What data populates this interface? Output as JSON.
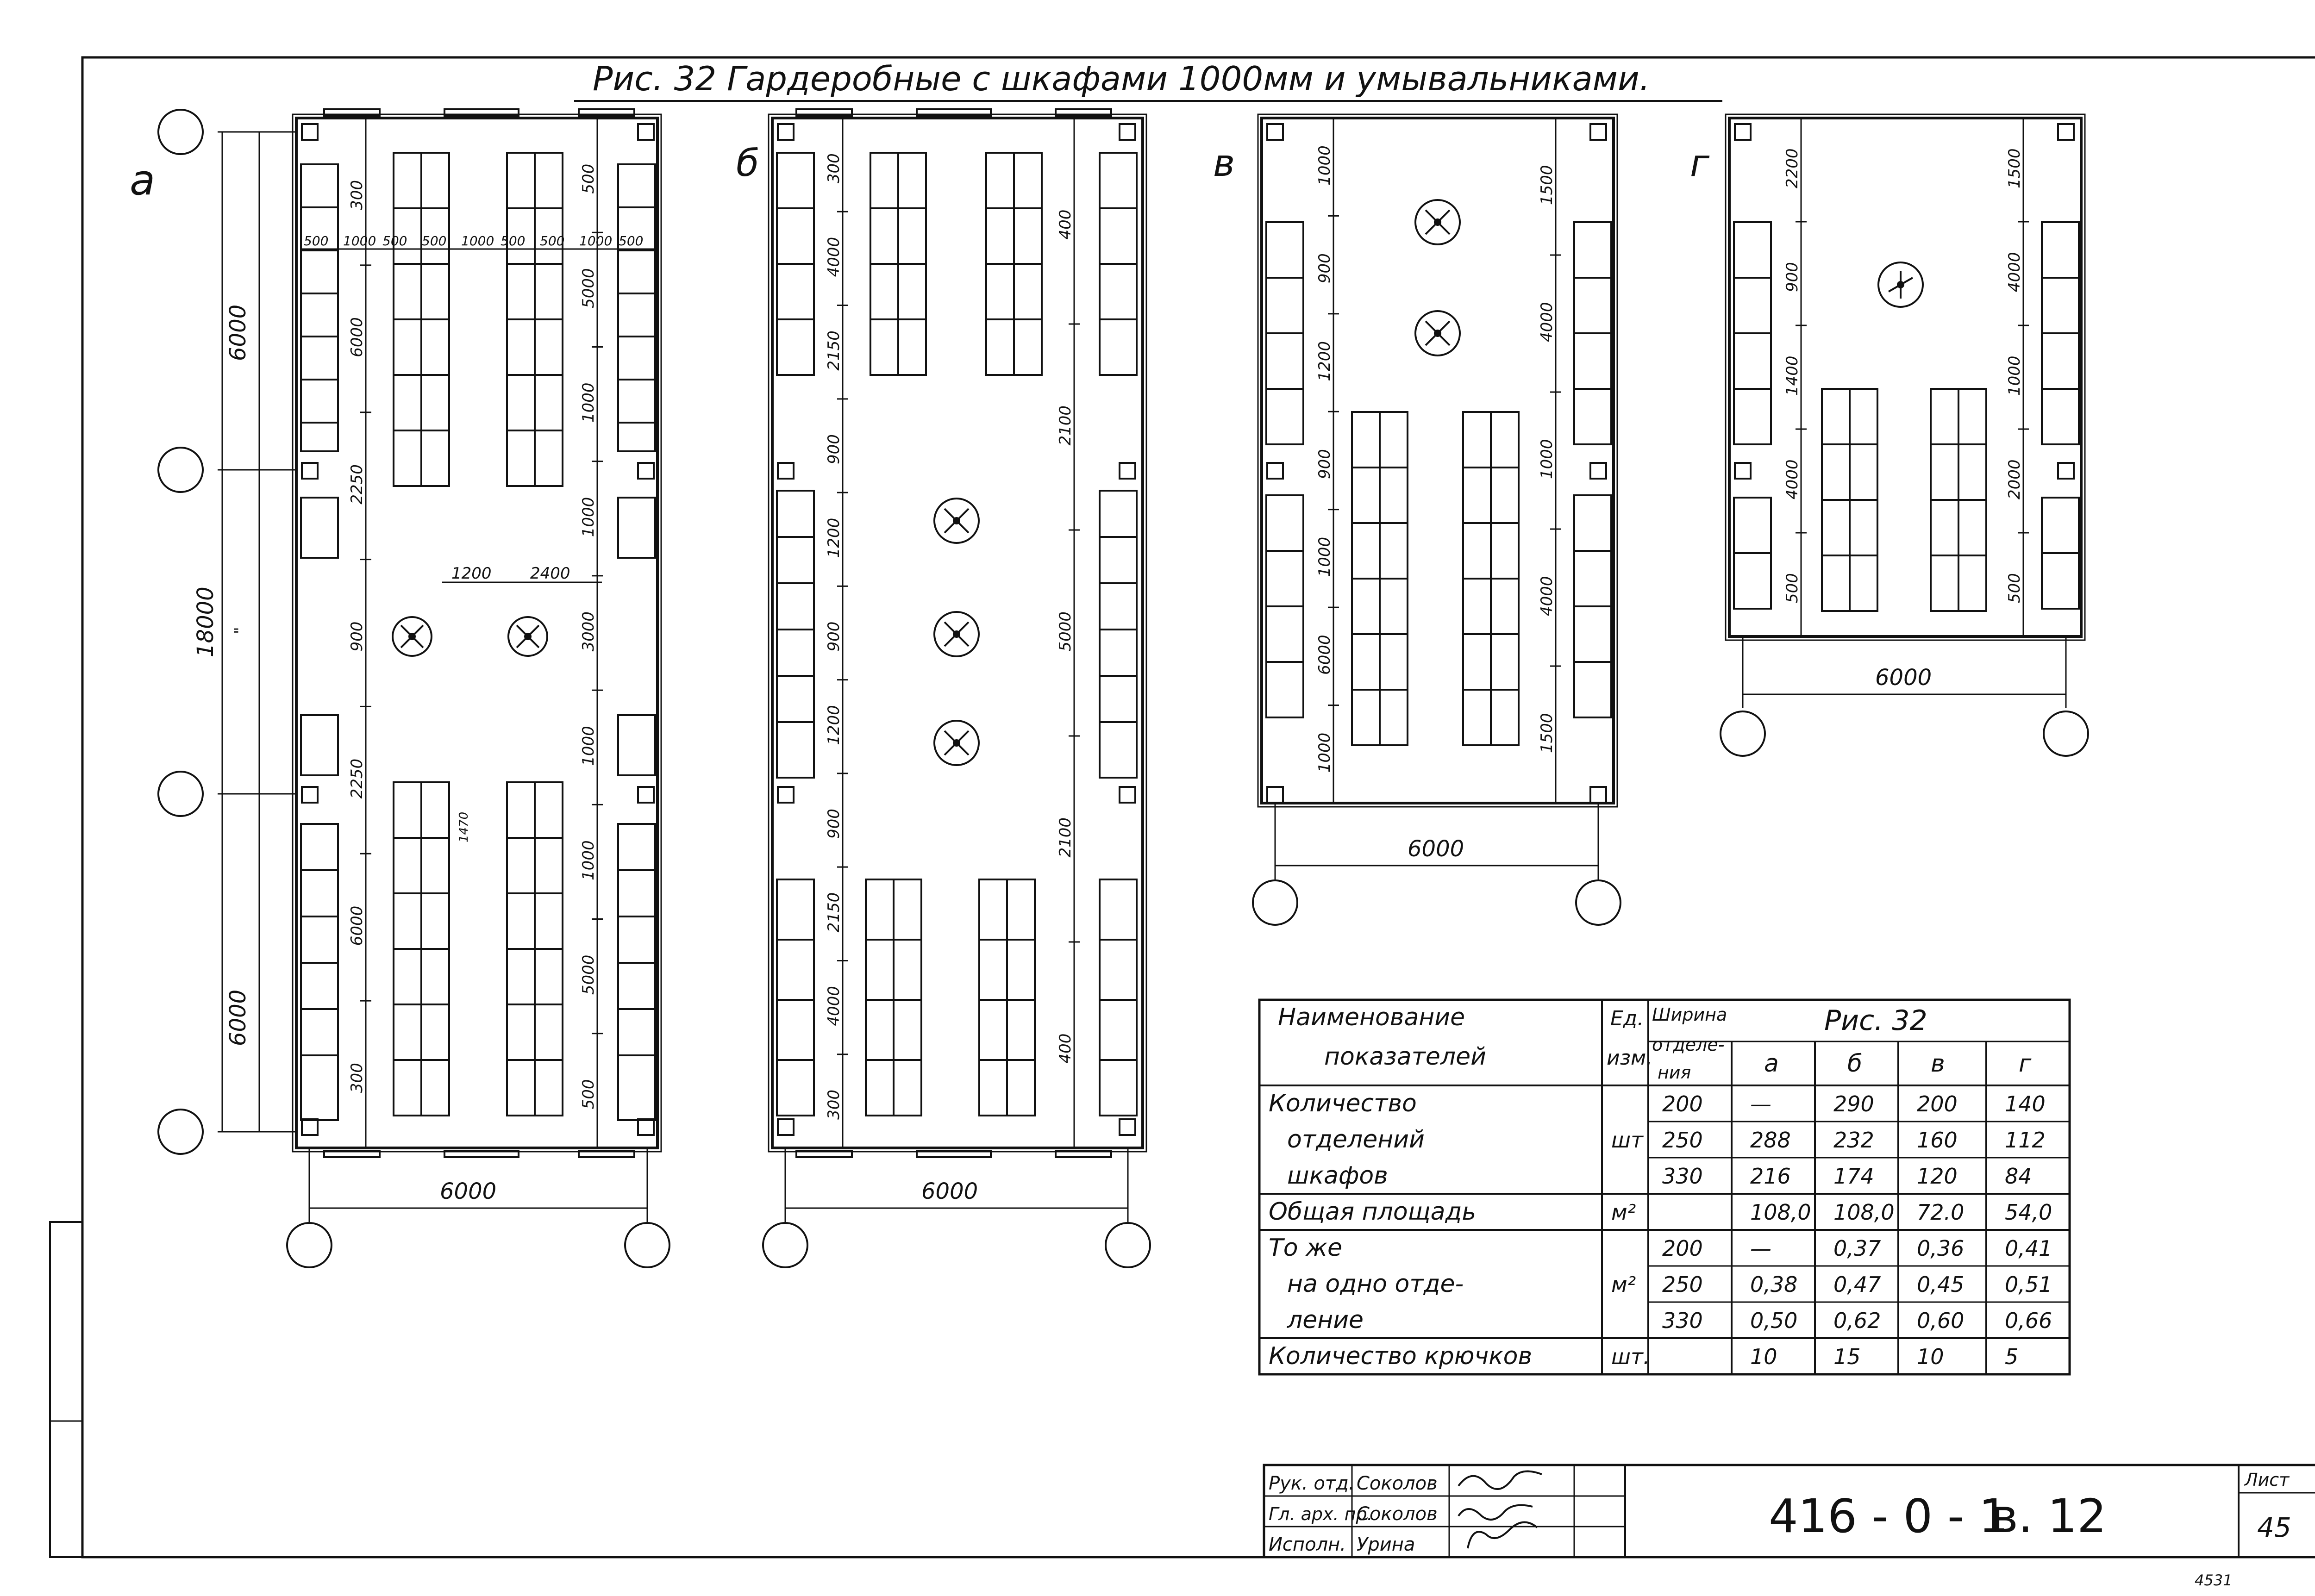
{
  "sheet": {
    "title": "Рис. 32   Гардеробные с шкафами 1000мм и умывальниками.",
    "doc_code": "416 - 0 - 1",
    "doc_part": "в. 12",
    "sheet_label": "Лист",
    "sheet_number": "45",
    "footnote": "4531"
  },
  "plans": {
    "a": {
      "letter": "а",
      "bottom_dim": "6000",
      "left_dims": [
        "6000",
        "18000",
        "6000"
      ],
      "left_mark": "\"",
      "inner_left": [
        "300",
        "6000",
        "2250",
        "900",
        "2250",
        "6000",
        "300"
      ],
      "inner_right": [
        "500",
        "5000",
        "1000",
        "1000",
        "3000",
        "1000",
        "1000",
        "5000",
        "500"
      ],
      "row_dims": [
        "500",
        "1000",
        "500",
        "500",
        "1000",
        "500",
        "500",
        "1000",
        "500"
      ],
      "mid_dims": [
        "1200",
        "2400"
      ],
      "small_dim": "1470"
    },
    "b": {
      "letter": "б",
      "bottom_dim": "6000",
      "inner_left": [
        "300",
        "4000",
        "2150",
        "900",
        "1200",
        "900",
        "1200",
        "900",
        "2150",
        "4000",
        "300"
      ],
      "inner_right": [
        "400",
        "2100",
        "5000",
        "2100",
        "400"
      ]
    },
    "v": {
      "letter": "в",
      "bottom_dim": "6000",
      "inner_left": [
        "1000",
        "900",
        "1200",
        "900",
        "1000",
        "6000",
        "1000"
      ],
      "inner_right": [
        "1500",
        "4000",
        "1000",
        "4000",
        "1500"
      ]
    },
    "g": {
      "letter": "г",
      "bottom_dim": "6000",
      "inner_left": [
        "2200",
        "900",
        "1400",
        "4000",
        "500"
      ],
      "inner_right": [
        "1500",
        "4000",
        "1000",
        "2000",
        "500"
      ]
    }
  },
  "table": {
    "header": {
      "name": [
        "Наименование",
        "показателей"
      ],
      "unit": [
        "Ед.",
        "изм."
      ],
      "width": [
        "Ширина",
        "отделе-",
        "ния"
      ],
      "group": "Рис. 32",
      "cols": [
        "а",
        "б",
        "в",
        "г"
      ]
    },
    "rows": [
      {
        "name": [
          "Количество",
          "отделений",
          "шкафов"
        ],
        "unit": "шт",
        "widths": [
          "200",
          "250",
          "330"
        ],
        "values": [
          [
            "—",
            "290",
            "200",
            "140"
          ],
          [
            "288",
            "232",
            "160",
            "112"
          ],
          [
            "216",
            "174",
            "120",
            "84"
          ]
        ]
      },
      {
        "name": [
          "Общая площадь"
        ],
        "unit": "м²",
        "widths": [
          ""
        ],
        "values": [
          [
            "108,0",
            "108,0",
            "72.0",
            "54,0"
          ]
        ]
      },
      {
        "name": [
          "То же",
          "на одно отде-",
          "ление"
        ],
        "unit": "м²",
        "widths": [
          "200",
          "250",
          "330"
        ],
        "values": [
          [
            "—",
            "0,37",
            "0,36",
            "0,41"
          ],
          [
            "0,38",
            "0,47",
            "0,45",
            "0,51"
          ],
          [
            "0,50",
            "0,62",
            "0,60",
            "0,66"
          ]
        ]
      },
      {
        "name": [
          "Количество крючков"
        ],
        "unit": "шт.",
        "widths": [
          ""
        ],
        "values": [
          [
            "10",
            "15",
            "10",
            "5"
          ]
        ]
      }
    ]
  },
  "stamp": {
    "roles": [
      "Рук. отд.",
      "Гл. арх. пр.",
      "Исполн."
    ],
    "names": [
      "Соколов",
      "Соколов",
      "Урина"
    ]
  }
}
